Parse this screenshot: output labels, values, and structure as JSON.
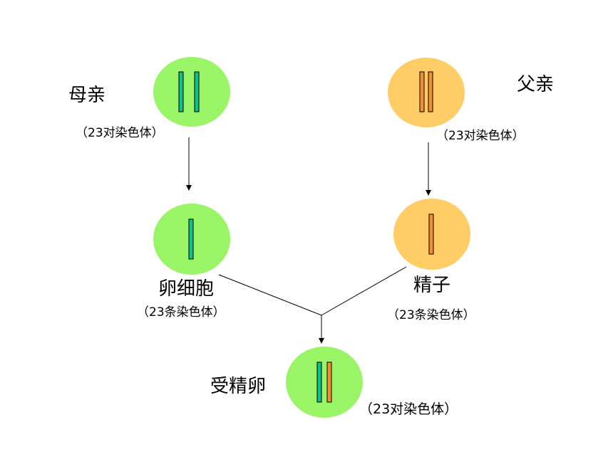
{
  "colors": {
    "egg_cell": "#99f566",
    "sperm_cell": "#ffcc66",
    "mother_chromosome": "#10c08c",
    "father_chromosome": "#f39036",
    "stroke": "#000000"
  },
  "labels": {
    "mother": "母亲",
    "mother_count": "（23对染色体）",
    "father": "父亲",
    "father_count": "（23对染色体）",
    "egg": "卵细胞",
    "egg_count": "（23条染色体）",
    "sperm": "精子",
    "sperm_count": "（23条染色体）",
    "zygote": "受精卵",
    "zygote_count": "（23对染色体）"
  }
}
